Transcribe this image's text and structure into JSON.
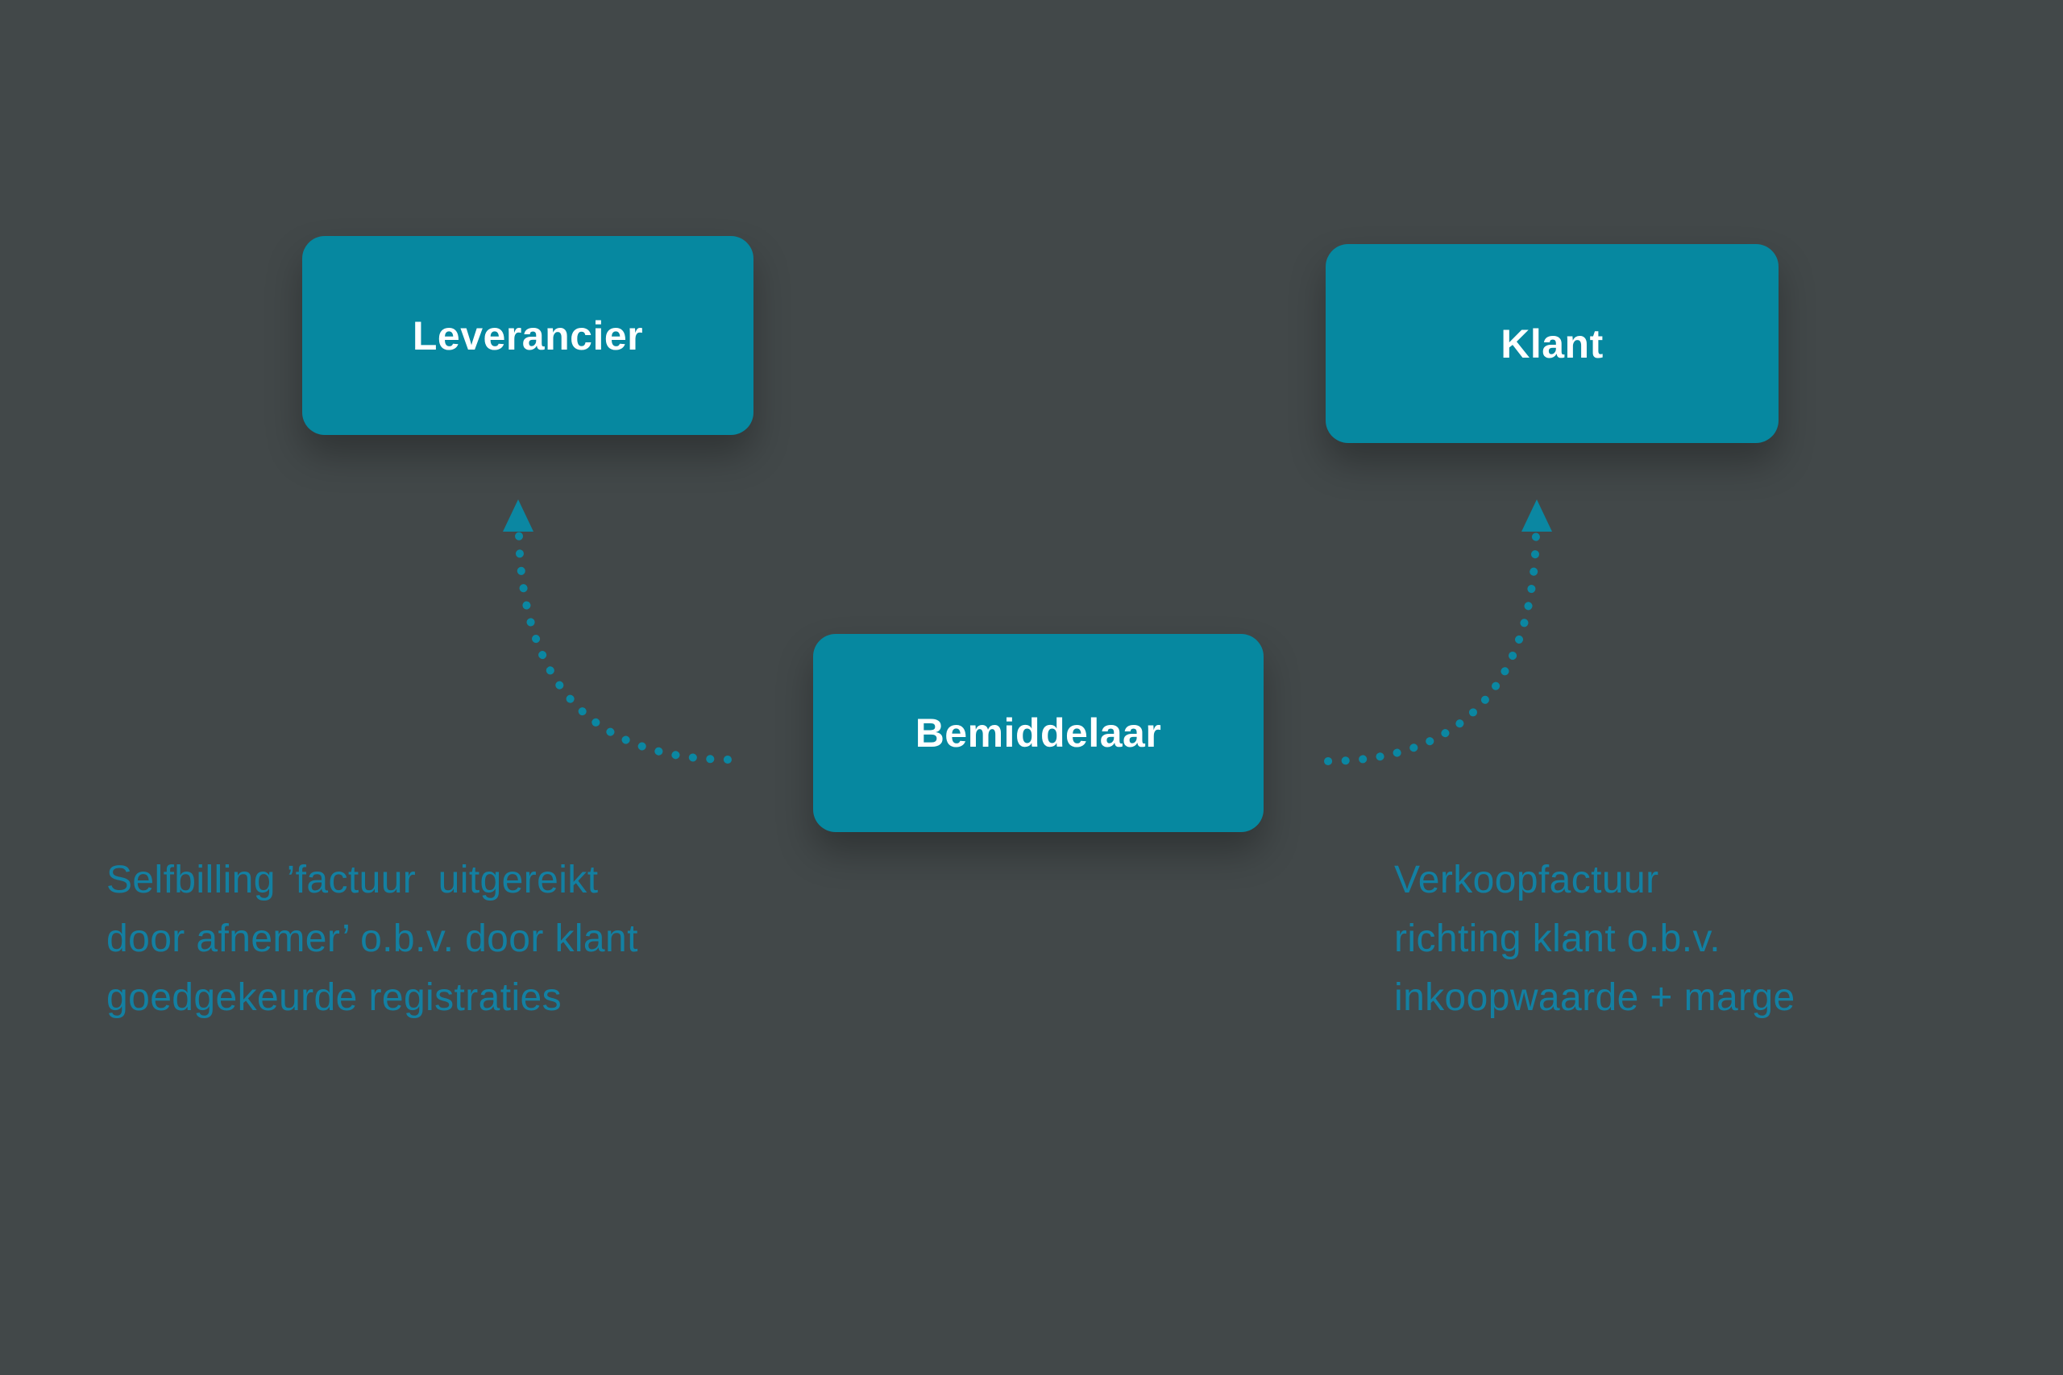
{
  "diagram": {
    "nodes": [
      {
        "id": "leverancier",
        "label": "Leverancier"
      },
      {
        "id": "klant",
        "label": "Klant"
      },
      {
        "id": "bemiddelaar",
        "label": "Bemiddelaar"
      }
    ],
    "arrows": [
      {
        "from": "bemiddelaar",
        "to": "leverancier",
        "style": "dotted-curve-up"
      },
      {
        "from": "bemiddelaar",
        "to": "klant",
        "style": "dotted-curve-up"
      }
    ],
    "annotations": {
      "left": {
        "lines": [
          "Selfbilling ’factuur  uitgereikt",
          "door afnemer’ o.b.v. door klant",
          "goedgekeurde registraties"
        ]
      },
      "right": {
        "lines": [
          "Verkoopfactuur",
          "richting klant o.b.v.",
          "inkoopwaarde + marge"
        ]
      }
    }
  },
  "colors": {
    "background": "#424849",
    "node_fill": "#0688a0",
    "node_label": "#ffffff",
    "annotation_text": "#1380a2",
    "arrow": "#0b87a2"
  }
}
